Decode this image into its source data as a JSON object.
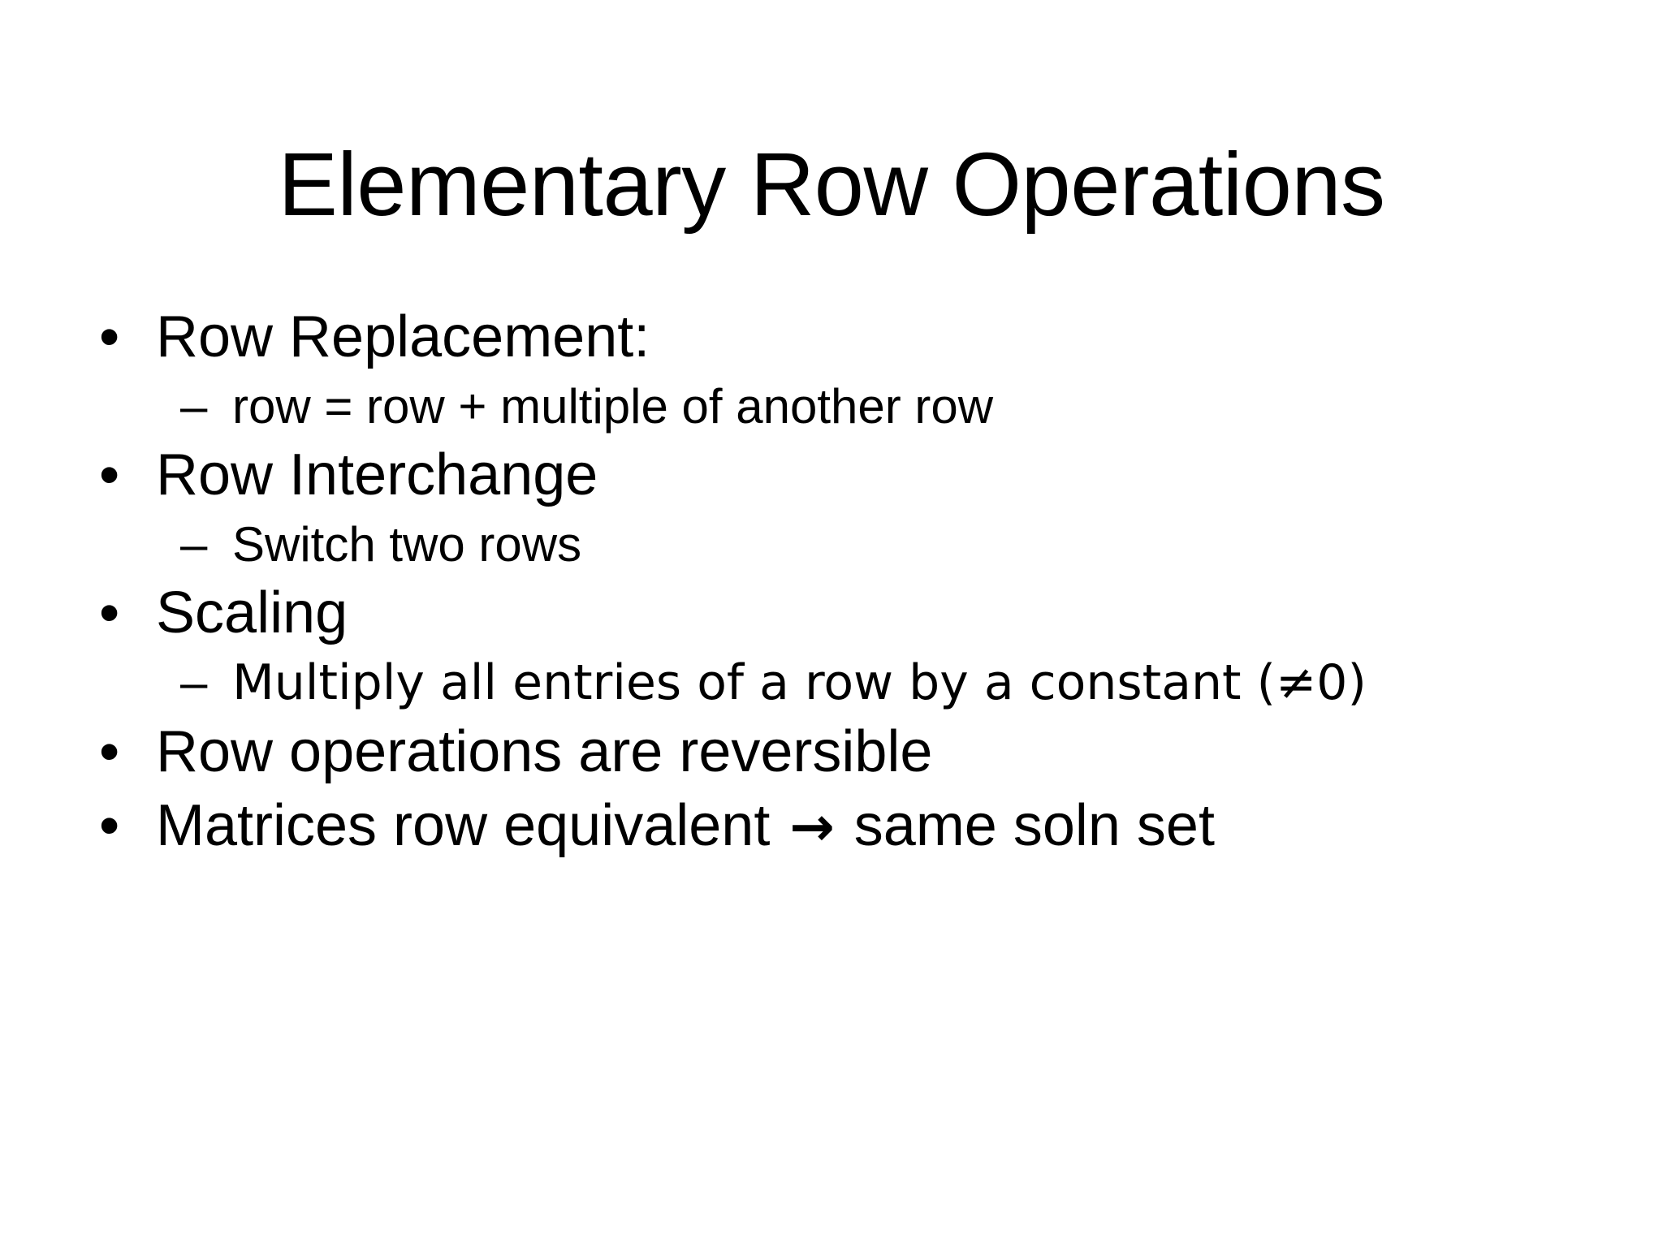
{
  "slide": {
    "title": "Elementary Row Operations",
    "background_color": "#FFFFFF",
    "text_color": "#000000",
    "bullet_marker_level1": "•",
    "bullet_marker_level2": "–",
    "items": [
      {
        "level": 1,
        "marker": "•",
        "text": "Row Replacement:"
      },
      {
        "level": 2,
        "marker": "–",
        "text": "row = row + multiple of another row"
      },
      {
        "level": 1,
        "marker": "•",
        "text": "Row Interchange"
      },
      {
        "level": 2,
        "marker": "–",
        "text": "Switch two rows"
      },
      {
        "level": 1,
        "marker": "•",
        "text": "Scaling"
      },
      {
        "level": 2,
        "marker": "–",
        "text": "Multiply all entries of a row by a constant (≠0)"
      },
      {
        "level": 1,
        "marker": "•",
        "text": "Row operations are reversible"
      },
      {
        "level": 1,
        "marker": "•",
        "text_before_arrow": "Matrices row equivalent ",
        "arrow": "→",
        "text_after_arrow": " same soln set"
      }
    ]
  }
}
